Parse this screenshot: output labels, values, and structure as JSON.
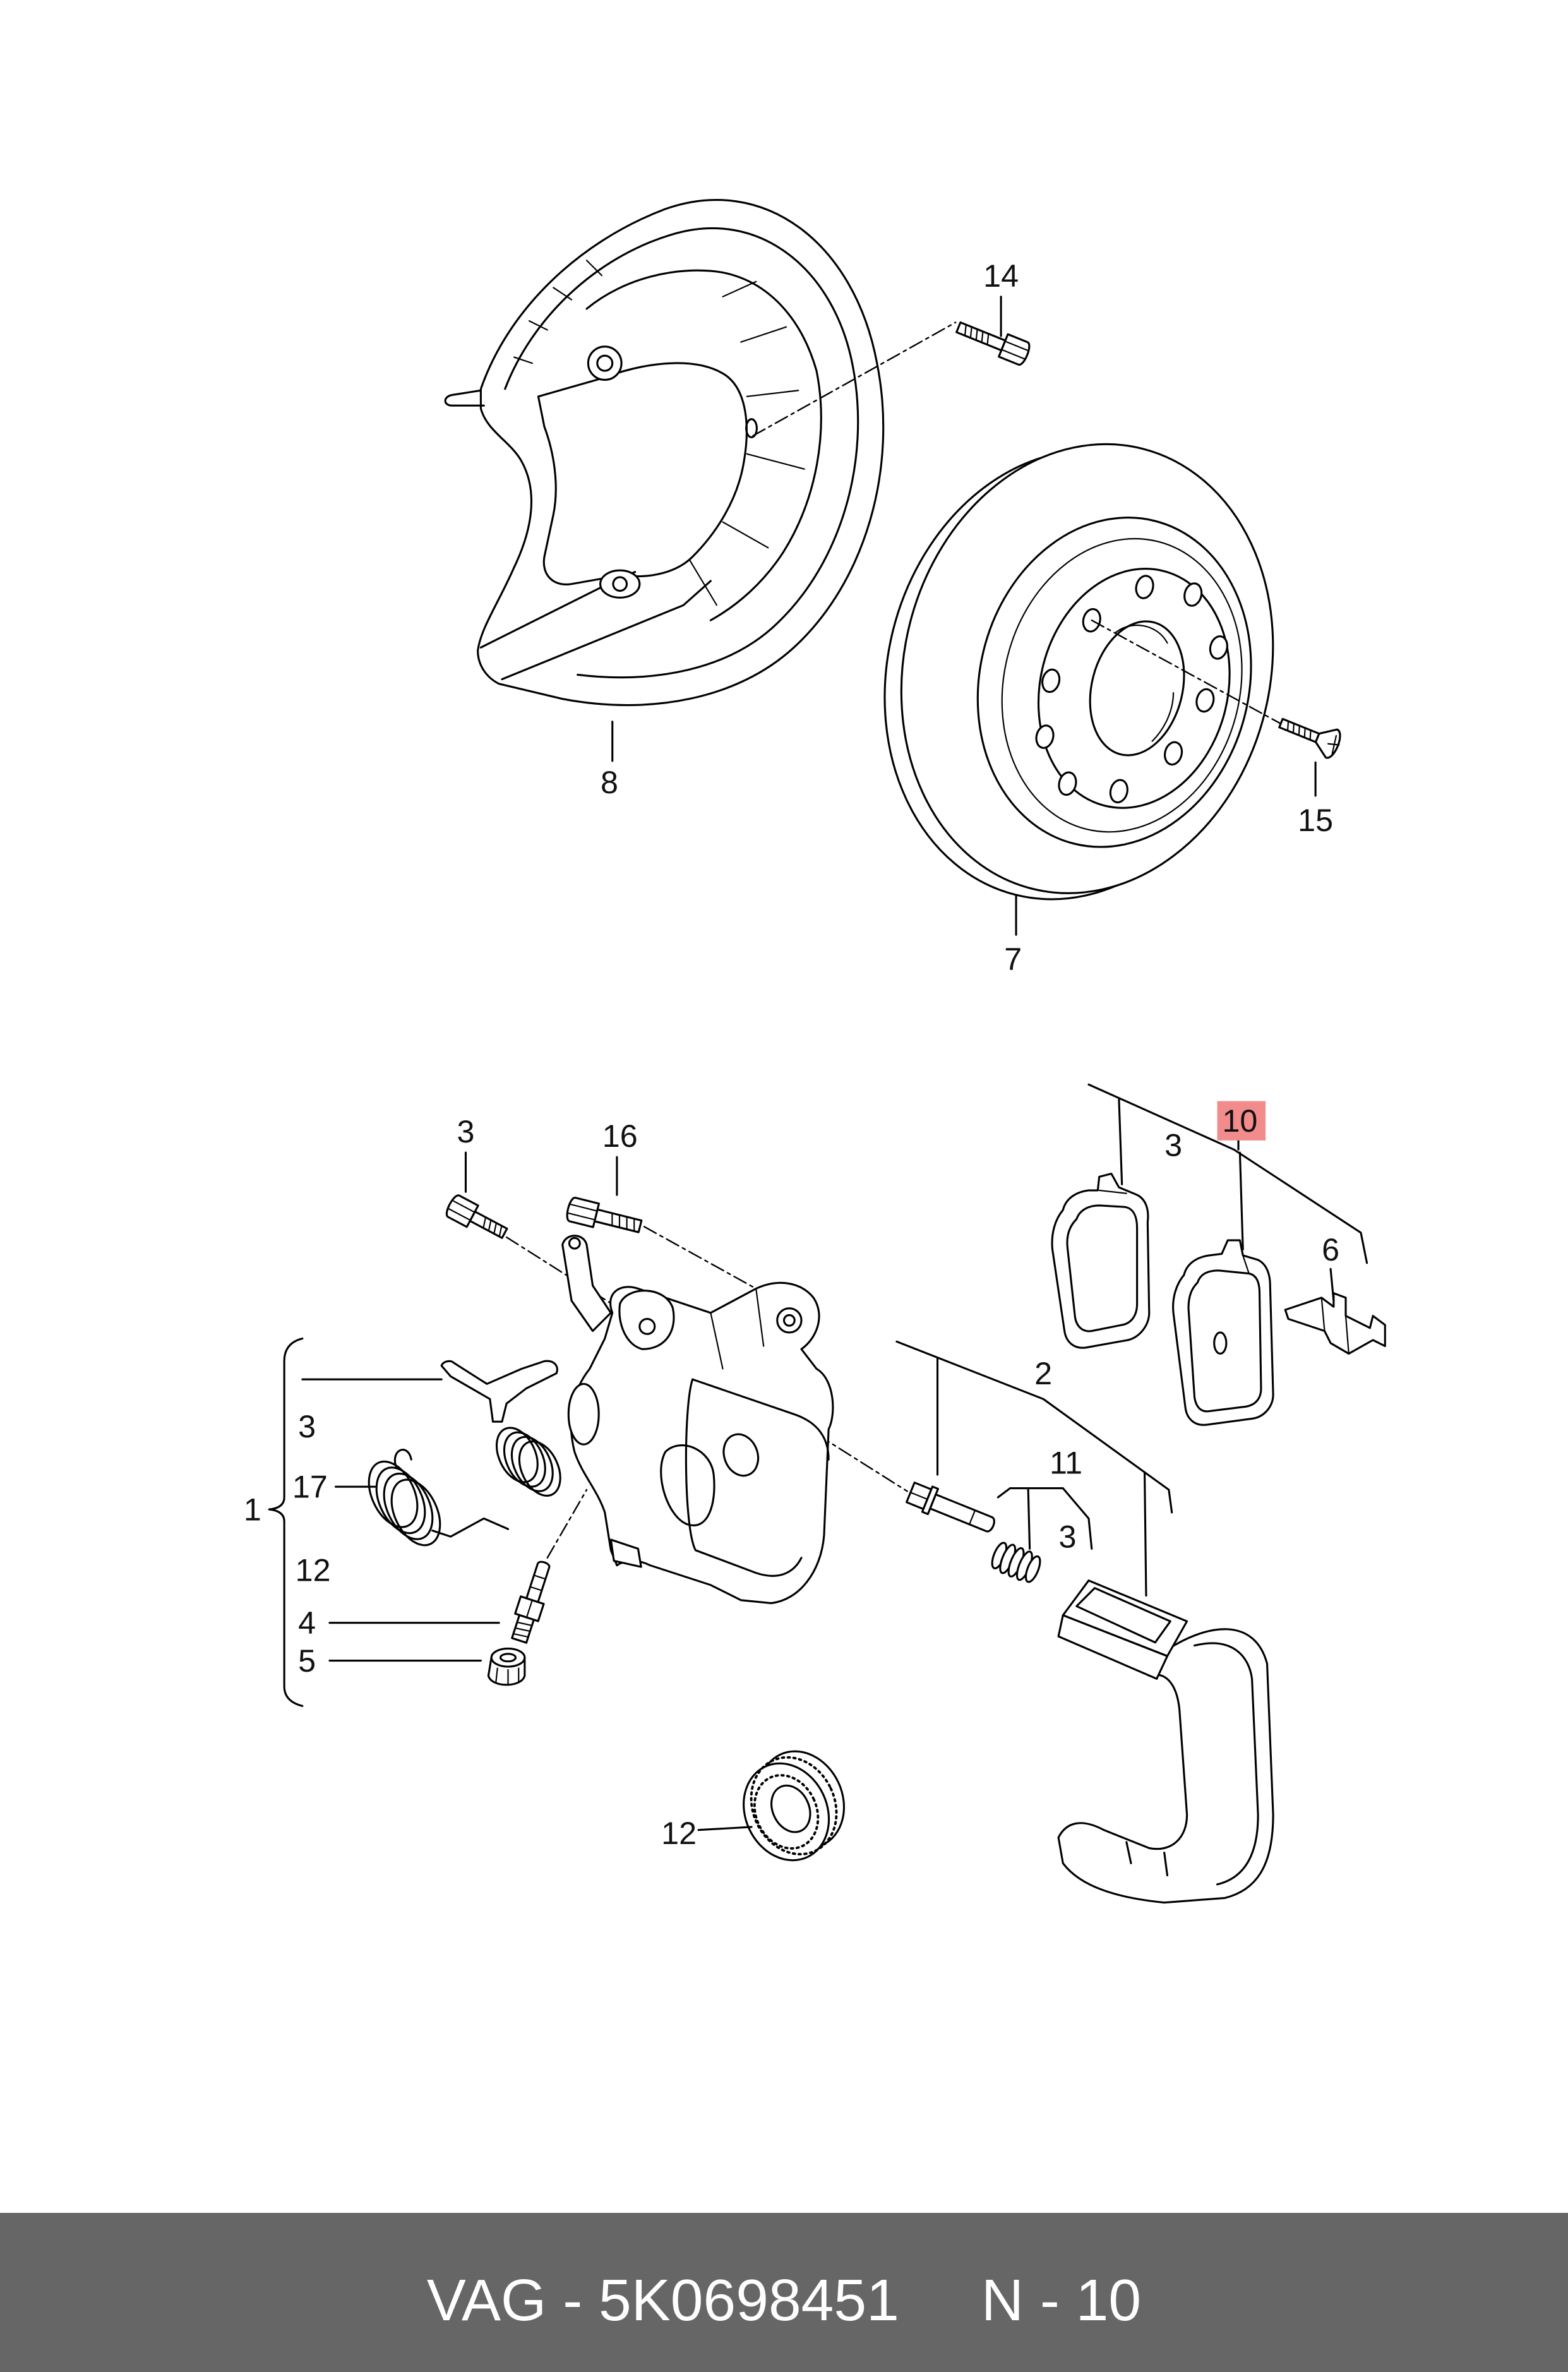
{
  "upper_callouts": [
    "14",
    "8",
    "7",
    "15"
  ],
  "lower_callouts": [
    "3",
    "16",
    "3",
    "6",
    "2",
    "11",
    "3",
    "1",
    "3",
    "17",
    "12",
    "4",
    "5",
    "12"
  ],
  "highlight": {
    "label": "10"
  },
  "footer": {
    "left": "VAG - 5K0698451",
    "right": "N - 10"
  },
  "colors": {
    "line": "#000000",
    "highlight": "#f28b8b",
    "footer_background": "#666666",
    "footer_text": "#ffffff"
  }
}
